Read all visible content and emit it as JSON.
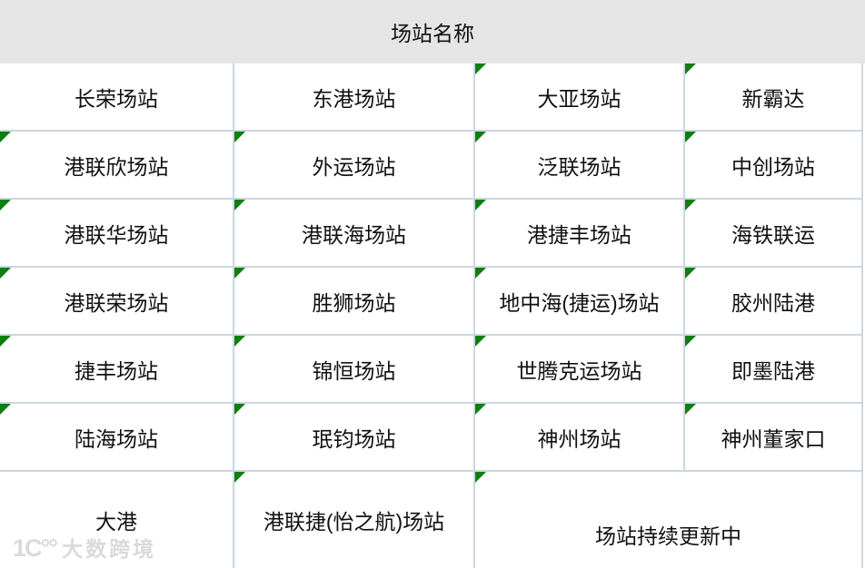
{
  "header": {
    "title": "场站名称"
  },
  "table": {
    "rows": [
      {
        "cells": [
          {
            "label": "长荣场站",
            "marked": false
          },
          {
            "label": "东港场站",
            "marked": false
          },
          {
            "label": "大亚场站",
            "marked": true
          },
          {
            "label": "新霸达",
            "marked": true
          }
        ]
      },
      {
        "cells": [
          {
            "label": "港联欣场站",
            "marked": true
          },
          {
            "label": "外运场站",
            "marked": true
          },
          {
            "label": "泛联场站",
            "marked": true
          },
          {
            "label": "中创场站",
            "marked": true
          }
        ]
      },
      {
        "cells": [
          {
            "label": "港联华场站",
            "marked": true
          },
          {
            "label": "港联海场站",
            "marked": true
          },
          {
            "label": "港捷丰场站",
            "marked": true
          },
          {
            "label": "海铁联运",
            "marked": true
          }
        ]
      },
      {
        "cells": [
          {
            "label": "港联荣场站",
            "marked": true
          },
          {
            "label": "胜狮场站",
            "marked": true
          },
          {
            "label": "地中海(捷运)场站",
            "marked": true
          },
          {
            "label": "胶州陆港",
            "marked": true
          }
        ]
      },
      {
        "cells": [
          {
            "label": "捷丰场站",
            "marked": true
          },
          {
            "label": "锦恒场站",
            "marked": true
          },
          {
            "label": "世腾克运场站",
            "marked": true
          },
          {
            "label": "即墨陆港",
            "marked": true
          }
        ]
      },
      {
        "cells": [
          {
            "label": "陆海场站",
            "marked": true
          },
          {
            "label": "珉钧场站",
            "marked": true
          },
          {
            "label": "神州场站",
            "marked": true
          },
          {
            "label": "神州董家口",
            "marked": true
          }
        ]
      },
      {
        "cells": [
          {
            "label": "大港",
            "marked": false
          },
          {
            "label": "港联捷(怡之航)场站",
            "marked": true
          },
          {
            "label": "场站持续更新中",
            "marked": true,
            "colspan": 2
          }
        ]
      }
    ]
  },
  "watermark": {
    "logo": "1C°°",
    "text": "大数跨境"
  },
  "colors": {
    "header_bg": "#e5e5e5",
    "border": "#ccd6e0",
    "marker": "#0e7e10",
    "text": "#111111",
    "watermark": "#dadada"
  }
}
